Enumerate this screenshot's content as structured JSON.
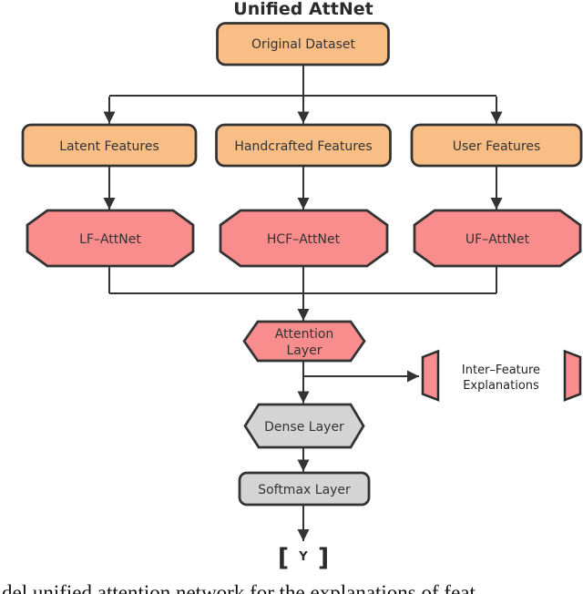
{
  "title": "Unified AttNet",
  "colors": {
    "orange": "#F9BE85",
    "salmon": "#F98C8C",
    "gray": "#D4D4D4",
    "line": "#333333"
  },
  "nodes": {
    "original_dataset": {
      "label": "Original Dataset"
    },
    "latent_features": {
      "label": "Latent Features"
    },
    "handcrafted_features": {
      "label": "Handcrafted Features"
    },
    "user_features": {
      "label": "User Features"
    },
    "lf_attnet": {
      "label": "LF–AttNet"
    },
    "hcf_attnet": {
      "label": "HCF–AttNet"
    },
    "uf_attnet": {
      "label": "UF–AttNet"
    },
    "attention_layer": {
      "line1": "Attention",
      "line2": "Layer"
    },
    "inter_feature_explanations": {
      "line1": "Inter–Feature",
      "line2": "Explanations"
    },
    "dense_layer": {
      "label": "Dense Layer"
    },
    "softmax_layer": {
      "label": "Softmax Layer"
    },
    "output": {
      "bracket_left": "[",
      "label": "Y",
      "bracket_right": "]"
    }
  },
  "caption": "del unified attention network for the explanations of feat"
}
